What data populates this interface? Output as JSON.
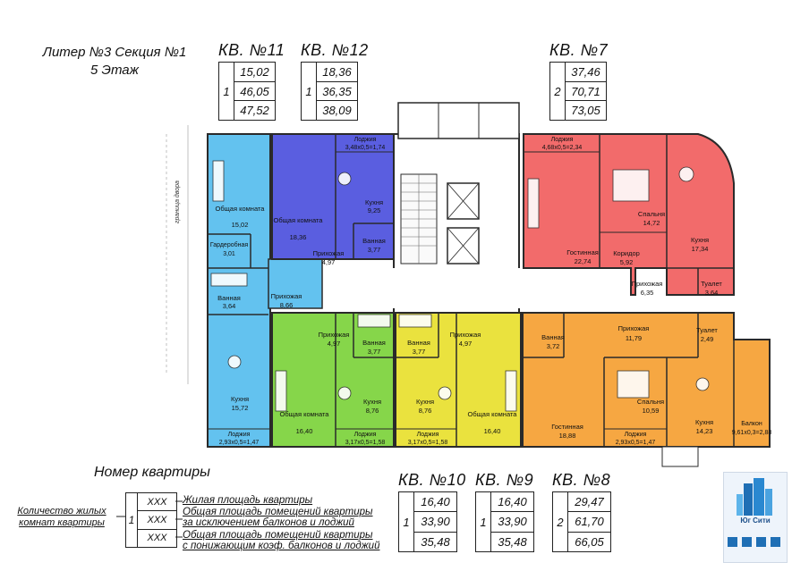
{
  "header": {
    "line1": "Литер №3 Секция №1",
    "line2": "5 Этаж"
  },
  "apartments": [
    {
      "key": "11",
      "label": "КВ. №11",
      "rooms": "1",
      "living": "15,02",
      "total": "46,05",
      "reduced": "47,52"
    },
    {
      "key": "12",
      "label": "КВ. №12",
      "rooms": "1",
      "living": "18,36",
      "total": "36,35",
      "reduced": "38,09"
    },
    {
      "key": "7",
      "label": "КВ. №7",
      "rooms": "2",
      "living": "37,46",
      "total": "70,71",
      "reduced": "73,05"
    },
    {
      "key": "10",
      "label": "КВ. №10",
      "rooms": "1",
      "living": "16,40",
      "total": "33,90",
      "reduced": "35,48"
    },
    {
      "key": "9",
      "label": "КВ. №9",
      "rooms": "1",
      "living": "16,40",
      "total": "33,90",
      "reduced": "35,48"
    },
    {
      "key": "8",
      "label": "КВ. №8",
      "rooms": "2",
      "living": "29,47",
      "total": "61,70",
      "reduced": "66,05"
    }
  ],
  "legend": {
    "title": "Номер квартиры",
    "rooms_label_1": "Количество жилых",
    "rooms_label_2": "комнат квартиры",
    "rooms_value": "1",
    "placeholder": "XXX",
    "desc_living": "Жилая площадь квартиры",
    "desc_total_1": "Общая площадь помещений квартиры",
    "desc_total_2": "за исключением балконов и лоджий",
    "desc_reduced_1": "Общая площадь помещений квартиры",
    "desc_reduced_2": "с понижающим коэф. балконов и лоджий"
  },
  "plan": {
    "side_label": "граница двора",
    "rooms": [
      {
        "name": "Общая комната",
        "area": "15,02"
      },
      {
        "name": "Гардеробная",
        "area": "3,01"
      },
      {
        "name": "Ванная",
        "area": "3,64"
      },
      {
        "name": "Прихожая",
        "area": "8,66"
      },
      {
        "name": "Кухня",
        "area": "15,72"
      },
      {
        "name": "Лоджия",
        "area": "2,93х0,5=1,47"
      },
      {
        "name": "Общая комната",
        "area": "18,36"
      },
      {
        "name": "Лоджия",
        "area": "3,48х0,5=1,74"
      },
      {
        "name": "Кухня",
        "area": "9,25"
      },
      {
        "name": "Прихожая",
        "area": "4,97"
      },
      {
        "name": "Ванная",
        "area": "3,77"
      },
      {
        "name": "Лоджия",
        "area": "4,68х0,5=2,34"
      },
      {
        "name": "Спальня",
        "area": "14,72"
      },
      {
        "name": "Гостинная",
        "area": "22,74"
      },
      {
        "name": "Коридор",
        "area": "5,92"
      },
      {
        "name": "Кухня",
        "area": "17,34"
      },
      {
        "name": "Прихожая",
        "area": "6,35"
      },
      {
        "name": "Туалет",
        "area": "3,64"
      },
      {
        "name": "Прихожая",
        "area": "4,97"
      },
      {
        "name": "Ванная",
        "area": "3,77"
      },
      {
        "name": "Кухня",
        "area": "8,76"
      },
      {
        "name": "Общая комната",
        "area": "16,40"
      },
      {
        "name": "Лоджия",
        "area": "3,17х0,5=1,58"
      },
      {
        "name": "Ванная",
        "area": "3,77"
      },
      {
        "name": "Прихожая",
        "area": "4,97"
      },
      {
        "name": "Кухня",
        "area": "8,76"
      },
      {
        "name": "Общая комната",
        "area": "16,40"
      },
      {
        "name": "Лоджия",
        "area": "3,17х0,5=1,58"
      },
      {
        "name": "Ванная",
        "area": "3,72"
      },
      {
        "name": "Прихожая",
        "area": "11,79"
      },
      {
        "name": "Туалет",
        "area": "2,49"
      },
      {
        "name": "Гостинная",
        "area": "18,88"
      },
      {
        "name": "Спальня",
        "area": "10,59"
      },
      {
        "name": "Кухня",
        "area": "14,23"
      },
      {
        "name": "Лоджия",
        "area": "2,93х0,5=1,47"
      },
      {
        "name": "Балкон",
        "area": "9,61х0,3=2,88"
      }
    ]
  },
  "colors": {
    "kv11": "#63c2ef",
    "kv12": "#5a5ee0",
    "kv7": "#f26b6b",
    "kv10": "#86d64a",
    "kv9": "#eae23e",
    "kv8": "#f6a742",
    "common": "#ffffff",
    "wall": "#2a2a2a"
  },
  "logo": {
    "name": "Юг Сити",
    "icon": "building-logo-icon"
  }
}
